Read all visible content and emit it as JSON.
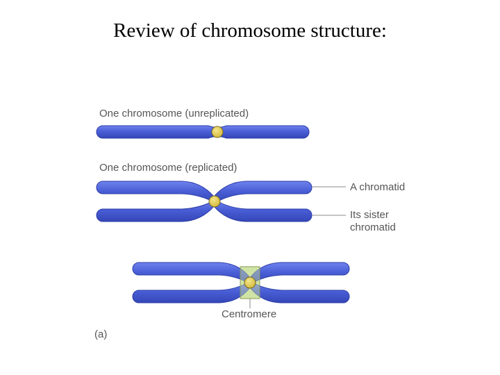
{
  "title": "Review of chromosome structure:",
  "diagram": {
    "label_unreplicated": "One chromosome (unreplicated)",
    "label_replicated": "One chromosome (replicated)",
    "label_chromatid": "A chromatid",
    "label_sister_line1": "Its sister",
    "label_sister_line2": "chromatid",
    "label_centromere": "Centromere",
    "panel_label": "(a)"
  },
  "colors": {
    "chromosome_fill": "#4a5fd6",
    "chromosome_highlight": "#7b8cf0",
    "centromere_fill": "#e3cf5a",
    "centromere_box": "#cfe3a4",
    "leader_line": "#888888"
  }
}
